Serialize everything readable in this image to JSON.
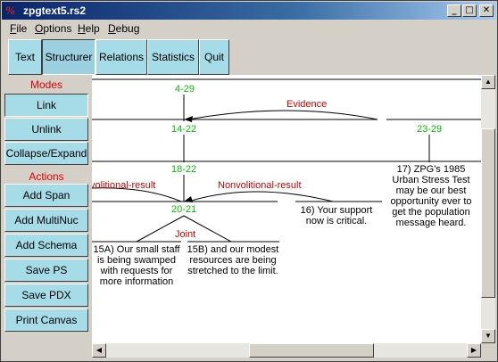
{
  "window": {
    "title": "zpgtext5.rs2",
    "app_icon_glyph": "%",
    "controls": [
      "_",
      "□",
      "✕"
    ]
  },
  "menu": [
    {
      "label": "File",
      "mnemonic": "F"
    },
    {
      "label": "Options",
      "mnemonic": "O"
    },
    {
      "label": "Help",
      "mnemonic": "H"
    },
    {
      "label": "Debug",
      "mnemonic": "D"
    }
  ],
  "tabs": [
    {
      "label": "Text",
      "active": false
    },
    {
      "label": "Structurer",
      "active": true
    },
    {
      "label": "Relations",
      "active": false
    },
    {
      "label": "Statistics",
      "active": false
    },
    {
      "label": "Quit",
      "active": false
    }
  ],
  "sidebar": {
    "modes_label": "Modes",
    "modes": [
      "Link",
      "Unlink",
      "Collapse/Expand"
    ],
    "actions_label": "Actions",
    "actions": [
      "Add Span",
      "Add MultiNuc",
      "Add Schema",
      "Save PS",
      "Save PDX",
      "Print Canvas"
    ]
  },
  "canvas": {
    "span_labels": [
      "4-29",
      "14-22",
      "23-29",
      "18-22",
      "20-21"
    ],
    "relation_labels": [
      "Evidence",
      "volitional-result",
      "Nonvolitional-result",
      "Joint"
    ],
    "nodes": {
      "n15a": "15A) Our small staff is being swamped with requests for more information",
      "n15b": "15B) and our modest resources are being stretched to the limit.",
      "n16": "16)  Your support now is critical.",
      "n17": "17)  ZPG's 1985 Urban Stress Test may be our best opportunity ever to get the population message heard."
    }
  },
  "colors": {
    "span_green": "#00c000",
    "relation_red": "#cc0000",
    "button_cyan": "#a6dce8"
  }
}
